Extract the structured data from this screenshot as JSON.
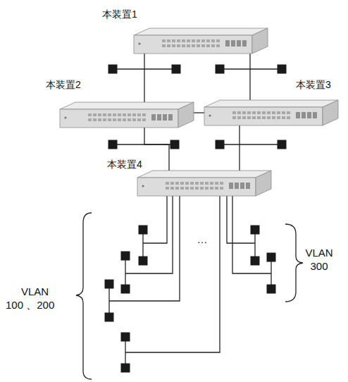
{
  "diagram": {
    "nodes": [
      {
        "text": [
          "本装置1"
        ]
      },
      {
        "text": [
          "本装置2"
        ]
      },
      {
        "text": [
          "本装置3"
        ]
      },
      {
        "text": [
          "本装置4"
        ]
      }
    ],
    "edges": [
      {
        "from": 0,
        "to": 1,
        "arrow": "none"
      },
      {
        "from": 0,
        "to": 2,
        "arrow": "none"
      },
      {
        "from": 1,
        "to": 2,
        "arrow": "none"
      },
      {
        "from": 1,
        "to": 3,
        "arrow": "none"
      },
      {
        "from": 2,
        "to": 3,
        "arrow": "none"
      }
    ],
    "labels": [
      "…",
      "VLAN 100 、200",
      "VLAN 300"
    ]
  }
}
